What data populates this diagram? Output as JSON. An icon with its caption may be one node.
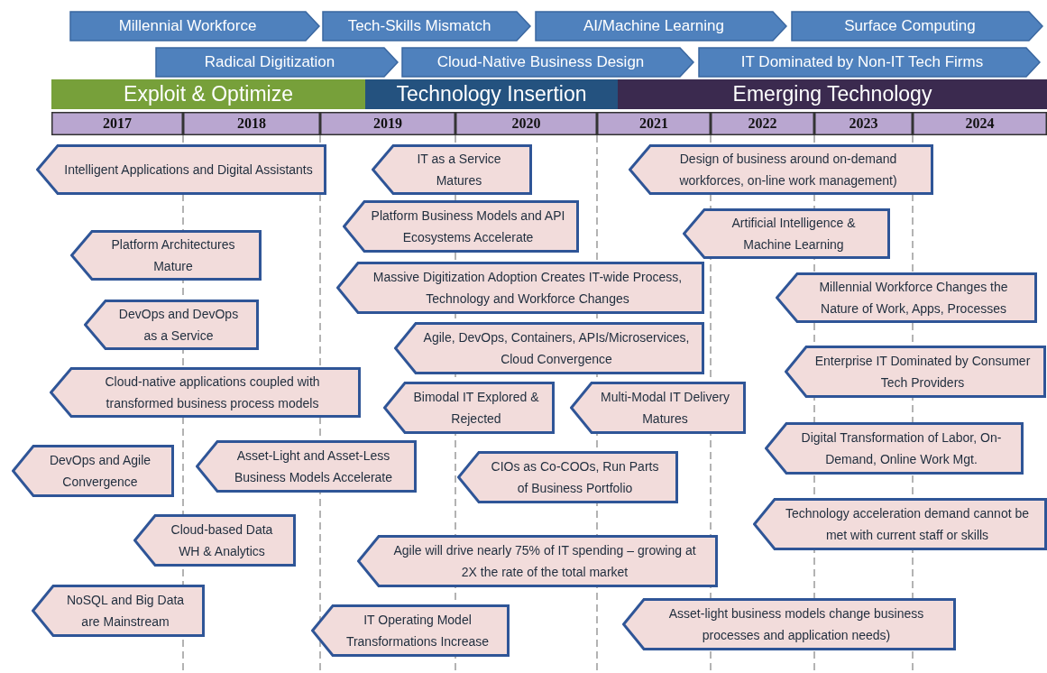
{
  "diagram": {
    "nodes": [
      {
        "text": [
          "Millennial Workforce"
        ]
      },
      {
        "text": [
          "Tech-Skills Mismatch"
        ]
      },
      {
        "text": [
          "AI/Machine Learning"
        ]
      },
      {
        "text": [
          "Surface Computing"
        ]
      },
      {
        "text": [
          "Radical Digitization"
        ]
      },
      {
        "text": [
          "Cloud-Native Business Design"
        ]
      },
      {
        "text": [
          "IT Dominated by Non-IT Tech Firms"
        ]
      },
      {
        "text": [
          "Exploit & Optimize"
        ]
      },
      {
        "text": [
          "Technology Insertion"
        ]
      },
      {
        "text": [
          "Emerging Technology"
        ]
      },
      {
        "text": [
          "2017"
        ]
      },
      {
        "text": [
          "2018"
        ]
      },
      {
        "text": [
          "2019"
        ]
      },
      {
        "text": [
          "2020"
        ]
      },
      {
        "text": [
          "2021"
        ]
      },
      {
        "text": [
          "2022"
        ]
      },
      {
        "text": [
          "2023"
        ]
      },
      {
        "text": [
          "2024"
        ]
      },
      {
        "text": [
          "Intelligent Applications and Digital Assistants"
        ]
      },
      {
        "text": [
          "IT as a Service Matures"
        ]
      },
      {
        "text": [
          "Design of business around on-demand workforces, on-line work management)"
        ]
      },
      {
        "text": [
          "Platform Architectures Mature"
        ]
      },
      {
        "text": [
          "Platform Business Models and API Ecosystems Accelerate"
        ]
      },
      {
        "text": [
          "Artificial Intelligence & Machine Learning"
        ]
      },
      {
        "text": [
          "Massive Digitization Adoption Creates IT-wide Process, Technology and Workforce Changes"
        ]
      },
      {
        "text": [
          "Millennial Workforce Changes the Nature of Work, Apps, Processes"
        ]
      },
      {
        "text": [
          "DevOps and DevOps as a Service"
        ]
      },
      {
        "text": [
          "Agile, DevOps, Containers, APIs/Microservices, Cloud Convergence"
        ]
      },
      {
        "text": [
          "Enterprise IT Dominated by Consumer Tech Providers"
        ]
      },
      {
        "text": [
          "Cloud-native applications coupled with transformed business process models"
        ]
      },
      {
        "text": [
          "Bimodal IT Explored & Rejected"
        ]
      },
      {
        "text": [
          "Multi-Modal IT Delivery Matures"
        ]
      },
      {
        "text": [
          "Digital Transformation of Labor, On-Demand, Online Work Mgt."
        ]
      },
      {
        "text": [
          "DevOps and Agile Convergence"
        ]
      },
      {
        "text": [
          "Asset-Light and Asset-Less Business Models Accelerate"
        ]
      },
      {
        "text": [
          "CIOs as Co-COOs, Run Parts of Business Portfolio"
        ]
      },
      {
        "text": [
          "Technology acceleration demand cannot be met with current staff or skills"
        ]
      },
      {
        "text": [
          "Cloud-based Data WH & Analytics"
        ]
      },
      {
        "text": [
          "Agile will drive nearly 75% of IT spending – growing at 2X the rate of the total market"
        ]
      },
      {
        "text": [
          "NoSQL and Big Data are Mainstream"
        ]
      },
      {
        "text": [
          "IT Operating Model Transformations Increase"
        ]
      },
      {
        "text": [
          "Asset-light business models change business processes and application needs)"
        ]
      }
    ]
  }
}
